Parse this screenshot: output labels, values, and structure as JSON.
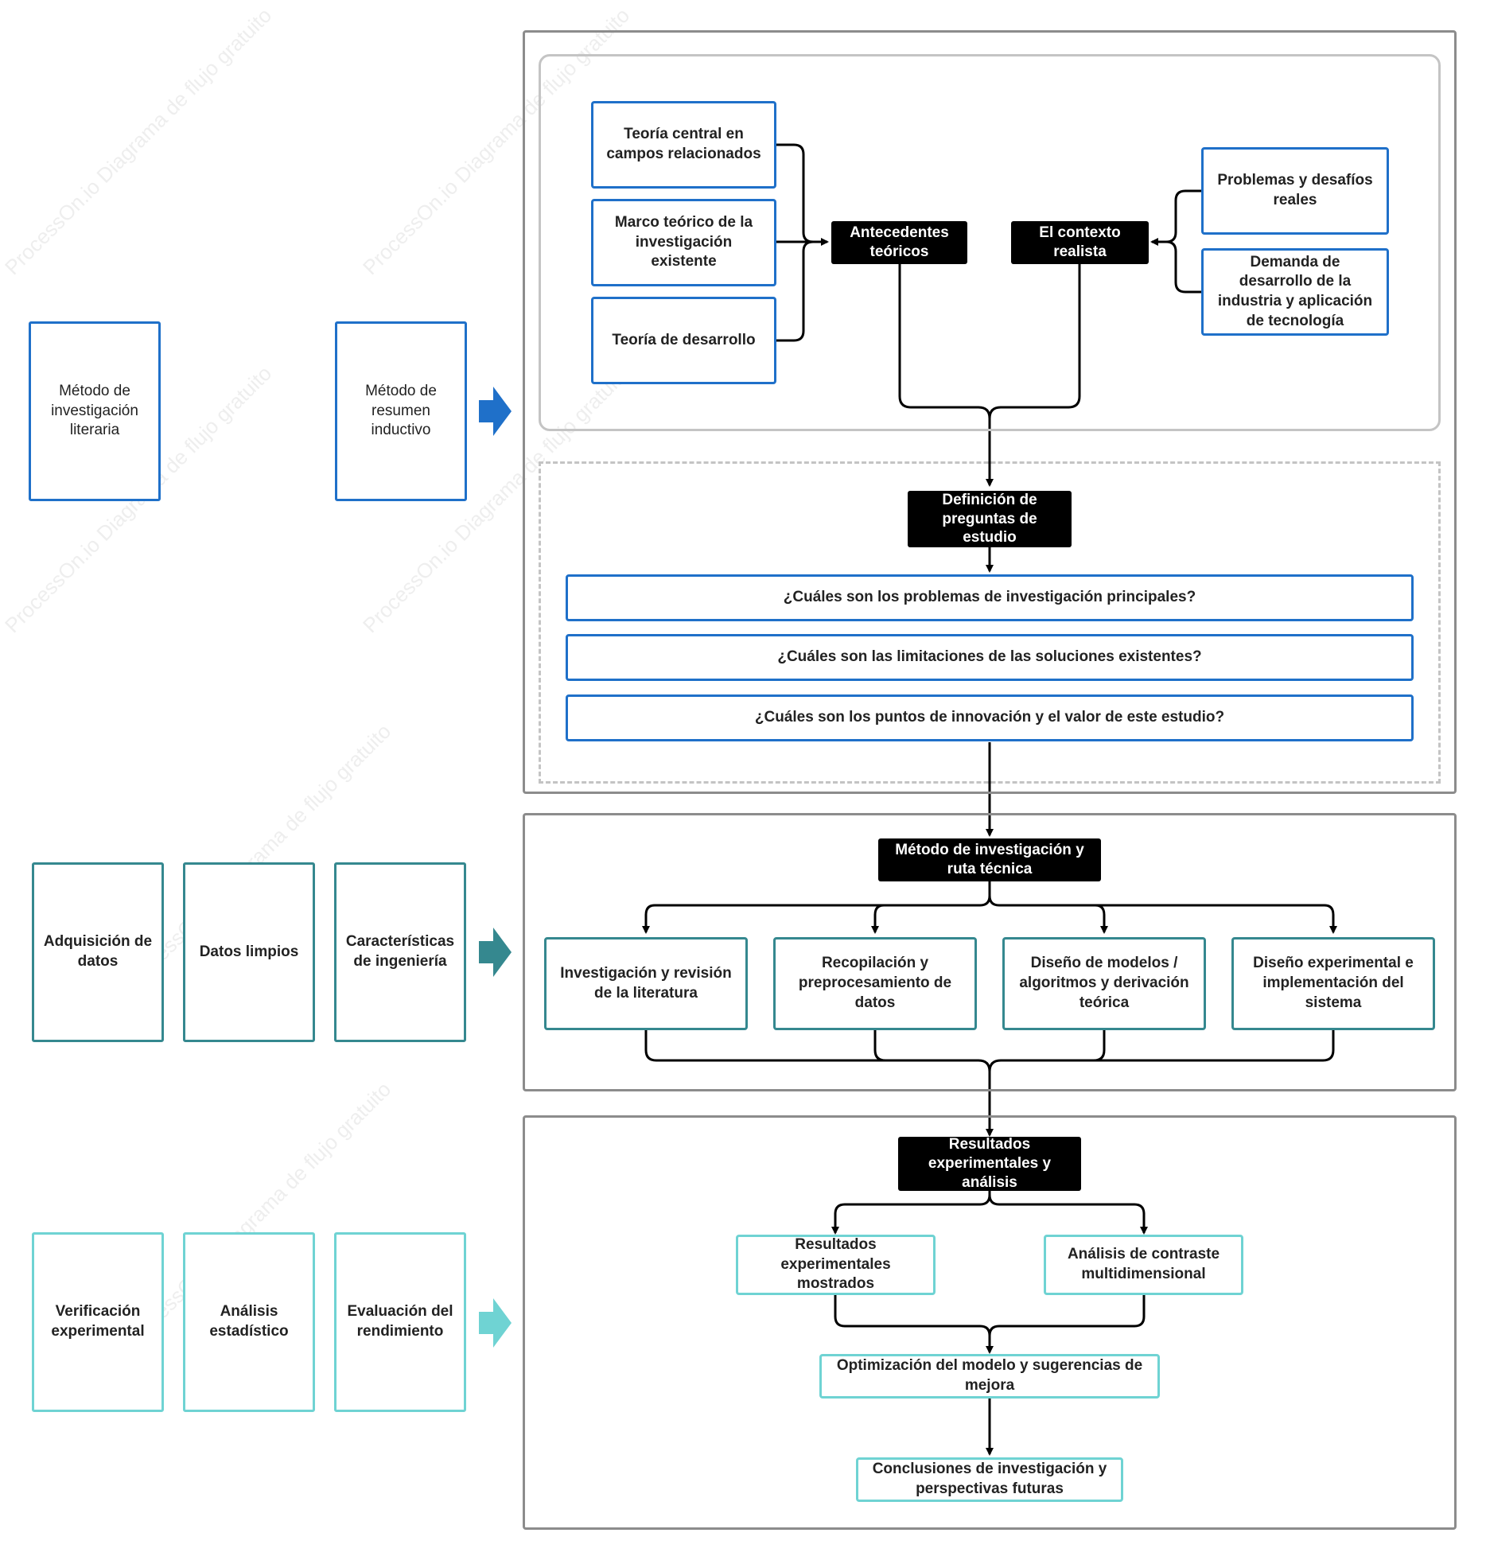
{
  "watermark": "ProcessOn.io Diagrama de flujo gratuito",
  "colors": {
    "blue": "#1f70c9",
    "teal": "#35888f",
    "cyan": "#6fd3d3",
    "dark": "#000000",
    "panel_border": "#8c8c8c"
  },
  "left": {
    "row1": [
      "Método de investigación literaria",
      "Método de resumen inductivo"
    ],
    "row2": [
      "Adquisición de datos",
      "Datos limpios",
      "Características de ingeniería"
    ],
    "row3": [
      "Verificación experimental",
      "Análisis estadístico",
      "Evaluación del rendimiento"
    ]
  },
  "section1": {
    "theory_sources": [
      "Teoría central en campos relacionados",
      "Marco teórico de la investigación existente",
      "Teoría de desarrollo"
    ],
    "theory_hub": "Antecedentes teóricos",
    "context_hub": "El contexto realista",
    "context_sources": [
      "Problemas y desafíos reales",
      "Demanda de desarrollo de la industria y aplicación de tecnología"
    ],
    "definition": "Definición de preguntas de estudio",
    "questions": [
      "¿Cuáles son los problemas de investigación principales?",
      "¿Cuáles son las limitaciones de las soluciones existentes?",
      "¿Cuáles son los puntos de innovación y el valor de este estudio?"
    ]
  },
  "section2": {
    "hub": "Método de investigación y ruta técnica",
    "steps": [
      "Investigación y revisión de la literatura",
      "Recopilación y preprocesamiento de datos",
      "Diseño de modelos / algoritmos y derivación teórica",
      "Diseño experimental e implementación del sistema"
    ]
  },
  "section3": {
    "hub": "Resultados experimentales y análisis",
    "branches": [
      "Resultados experimentales mostrados",
      "Análisis de contraste multidimensional"
    ],
    "optimization": "Optimización del modelo y sugerencias de mejora",
    "conclusion": "Conclusiones de investigación y perspectivas futuras"
  }
}
